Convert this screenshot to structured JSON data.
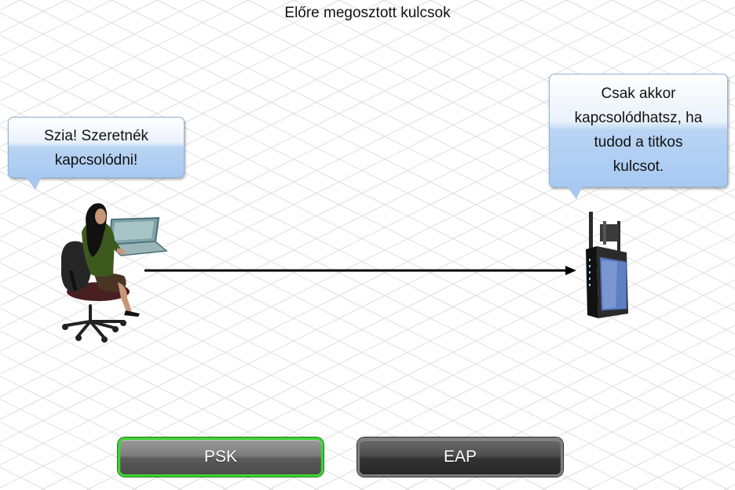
{
  "title": "Előre megosztott kulcsok",
  "client_bubble": {
    "lines": [
      "Szia! Szeretnék",
      "kapcsolódni!"
    ]
  },
  "router_bubble": {
    "lines": [
      "Csak akkor",
      "kapcsolódhatsz, ha",
      "tudod a titkos",
      "kulcsot."
    ]
  },
  "buttons": {
    "psk_label": "PSK",
    "eap_label": "EAP"
  },
  "colors": {
    "bubble_fill": "#a7c9f1",
    "selected_button_border": "#3cd432",
    "arrow": "#000000",
    "router_panel": "#5f7fc4"
  },
  "icons": {
    "client": "woman-at-laptop-icon",
    "router": "wireless-router-icon"
  }
}
